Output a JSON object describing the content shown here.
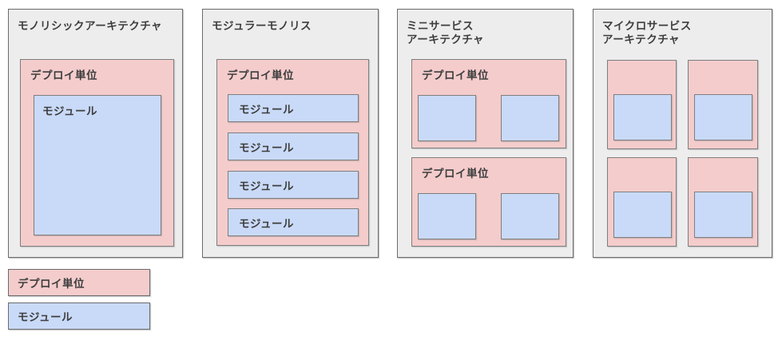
{
  "colors": {
    "panel_background": "#ededed",
    "panel_border": "#6b6b6b",
    "deploy_unit_fill": "#f4cccc",
    "module_fill": "#c9daf8",
    "inner_border": "#7e7e7e",
    "text": "#3d3d3d"
  },
  "panels": [
    {
      "title": "モノリシックアーキテクチャ",
      "deploy_units": [
        {
          "label": "デプロイ単位",
          "modules": [
            {
              "label": "モジュール"
            }
          ]
        }
      ]
    },
    {
      "title": "モジュラーモノリス",
      "deploy_units": [
        {
          "label": "デプロイ単位",
          "modules": [
            {
              "label": "モジュール"
            },
            {
              "label": "モジュール"
            },
            {
              "label": "モジュール"
            },
            {
              "label": "モジュール"
            }
          ]
        }
      ]
    },
    {
      "title": "ミニサービス\nアーキテクチャ",
      "deploy_units": [
        {
          "label": "デプロイ単位",
          "modules": [
            {
              "label": ""
            },
            {
              "label": ""
            }
          ]
        },
        {
          "label": "デプロイ単位",
          "modules": [
            {
              "label": ""
            },
            {
              "label": ""
            }
          ]
        }
      ]
    },
    {
      "title": "マイクロサービス\nアーキテクチャ",
      "deploy_units": [
        {
          "label": "",
          "modules": [
            {
              "label": ""
            }
          ]
        },
        {
          "label": "",
          "modules": [
            {
              "label": ""
            }
          ]
        },
        {
          "label": "",
          "modules": [
            {
              "label": ""
            }
          ]
        },
        {
          "label": "",
          "modules": [
            {
              "label": ""
            }
          ]
        }
      ]
    }
  ],
  "legend": {
    "deploy_label": "デプロイ単位",
    "module_label": "モジュール"
  }
}
